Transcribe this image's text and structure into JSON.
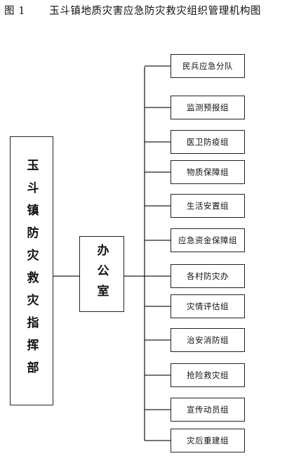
{
  "title": {
    "fig_label": "图 1",
    "text": "玉斗镇地质灾害应急防灾救灾组织管理机构图"
  },
  "command": {
    "label": "玉斗镇防灾救灾指挥部"
  },
  "office": {
    "label": "办公室"
  },
  "groups": [
    "民兵应急分队",
    "监测预报组",
    "医卫防疫组",
    "物质保障组",
    "生活安置组",
    "应急资金保障组",
    "各村防灾办",
    "灾情评估组",
    "治安消防组",
    "抢险救灾组",
    "宣传动员组",
    "灾后重建组"
  ]
}
